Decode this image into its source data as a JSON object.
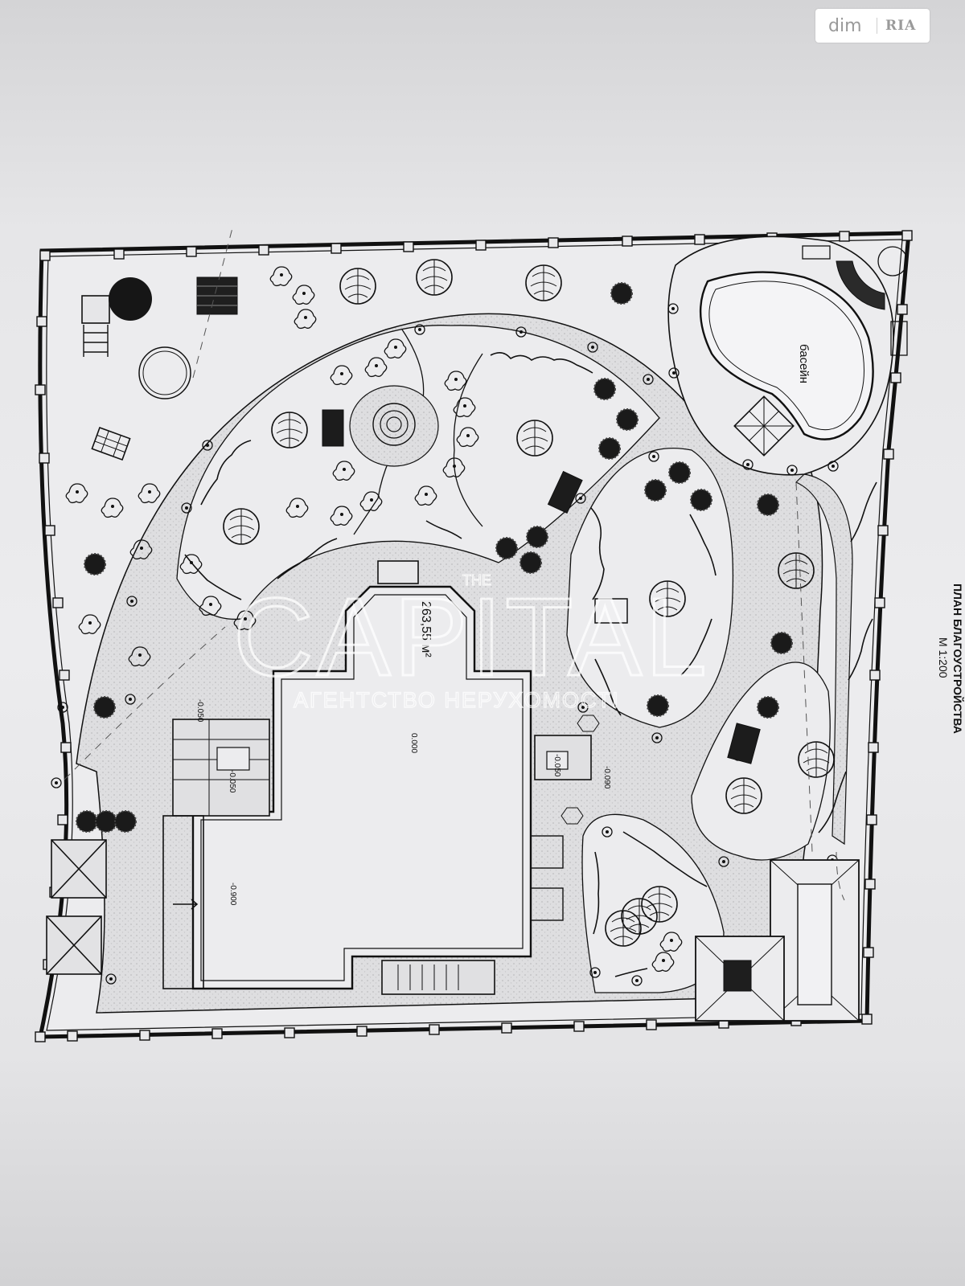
{
  "watermark_logo": {
    "dim": "dim",
    "ria": "RIA"
  },
  "plan": {
    "title": "ПЛАН БЛАГОУСТРОЙСТВА",
    "scale": "М 1:200",
    "pool_label": "басейн",
    "area_label": "263,55 м²",
    "level_main": "0.000",
    "level_basement": "-0.900",
    "level_entry_left": "-0.050",
    "level_porch_left": "-0.050",
    "level_porch_right": "-0.050",
    "level_right_side": "-0.090"
  },
  "agency_watermark": {
    "logo_small": "THE",
    "logo": "CAPITAL",
    "subtitle": "АГЕНТСТВО НЕРУХОМОСТІ"
  },
  "colors": {
    "line": "#111111",
    "paper": "#ececee",
    "paving": "#d9d9db",
    "badge_text": "#9a9a9a"
  }
}
